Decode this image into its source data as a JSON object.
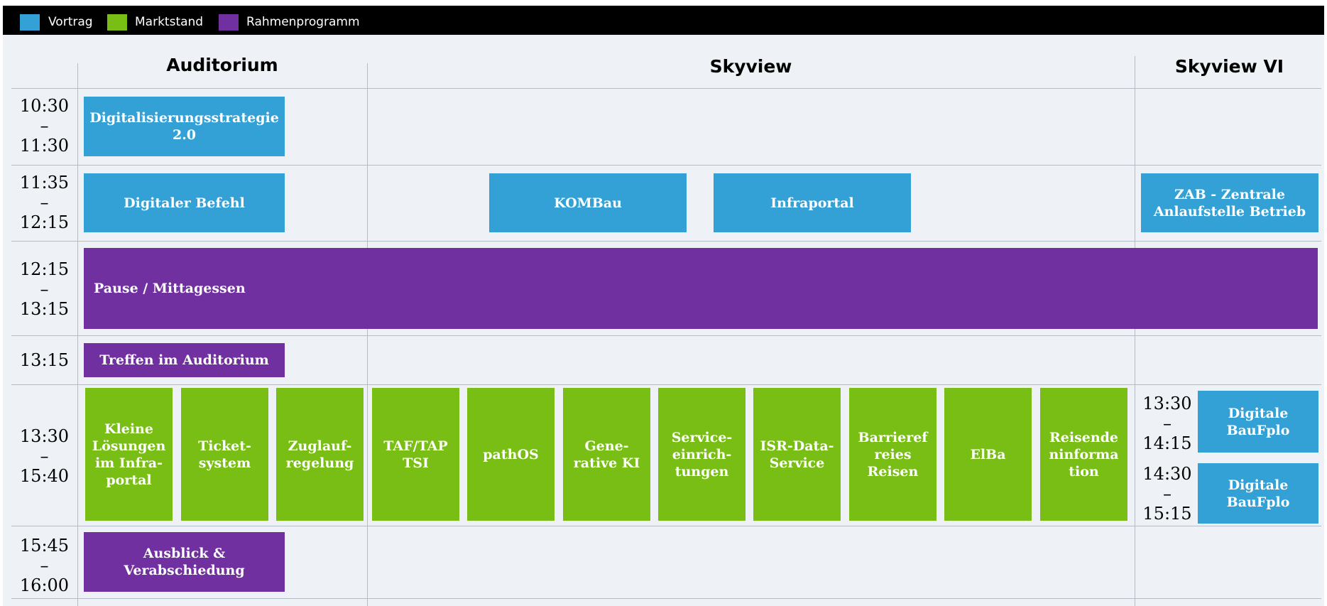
{
  "legend": {
    "items": [
      {
        "label": "Vortrag",
        "color": "#33a0d6"
      },
      {
        "label": "Marktstand",
        "color": "#78be14"
      },
      {
        "label": "Rahmenprogramm",
        "color": "#7030a0"
      }
    ]
  },
  "rooms": {
    "auditorium": "Auditorium",
    "skyview": "Skyview",
    "skyview_vi": "Skyview VI"
  },
  "times": {
    "t1": "10:30\n–\n11:30",
    "t2": "11:35\n–\n12:15",
    "t3": "12:15\n–\n13:15",
    "t4": "13:15",
    "t5": "13:30\n–\n15:40",
    "t6": "15:45\n–\n16:00",
    "sv_a": "13:30\n–\n14:15",
    "sv_b": "14:30\n–\n15:15"
  },
  "events": {
    "digitalisierungsstrategie": "Digitalisierungsstrategie\n2.0",
    "digitaler_befehl": "Digitaler Befehl",
    "kombau": "KOMBau",
    "infraportal": "Infraportal",
    "zab": "ZAB - Zentrale\nAnlaufstelle Betrieb",
    "pause": "Pause / Mittagessen",
    "treffen": "Treffen im Auditorium",
    "ausblick": "Ausblick &\nVerabschiedung",
    "baufplo_1": "Digitale\nBauFplo",
    "baufplo_2": "Digitale\nBauFplo"
  },
  "market_stands": [
    "Kleine\nLösungen\nim Infra-\nportal",
    "Ticket-\nsystem",
    "Zuglauf-\nregelung",
    "TAF/TAP\nTSI",
    "pathOS",
    "Gene-\nrative KI",
    "Service-\neinrich-\ntungen",
    "ISR-Data-\nService",
    "Barrieref\nreies\nReisen",
    "ElBa",
    "Reisende\nninforma\ntion"
  ]
}
